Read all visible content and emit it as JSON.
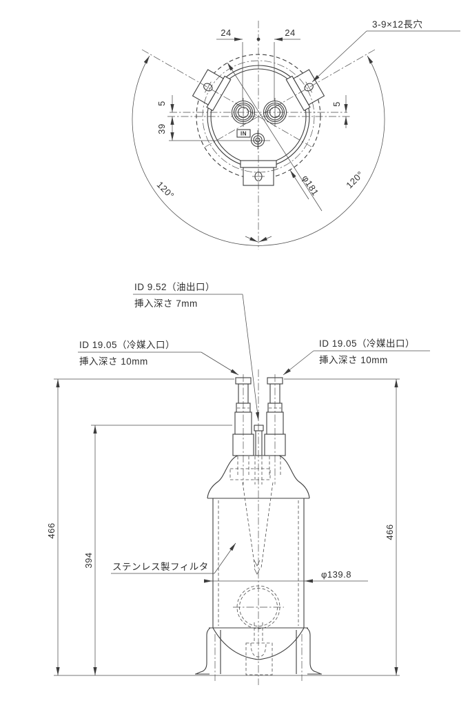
{
  "colors": {
    "line": "#3c3c3c",
    "text": "#2e2e2e",
    "background": "#ffffff"
  },
  "top_view": {
    "slot_label": "3-9×12長穴",
    "dim_left_24": "24",
    "dim_right_24": "24",
    "dim_offset_5_left": "5",
    "dim_offset_5_right": "5",
    "dim_39": "39",
    "diameter_label": "φ181",
    "angle_left": "120°",
    "angle_right": "120°",
    "in_marker": "IN"
  },
  "front_view": {
    "oil_outlet": {
      "line1": "ID 9.52（油出口）",
      "line2": "挿入深さ 7mm"
    },
    "refrigerant_inlet": {
      "line1": "ID 19.05（冷媒入口）",
      "line2": "挿入深さ 10mm"
    },
    "refrigerant_outlet": {
      "line1": "ID 19.05（冷媒出口）",
      "line2": "挿入深さ 10mm"
    },
    "filter_label": "ステンレス製フィルタ",
    "body_diameter": "φ139.8",
    "dim_height_left": "466",
    "dim_height_right": "466",
    "dim_height_inner": "394"
  }
}
